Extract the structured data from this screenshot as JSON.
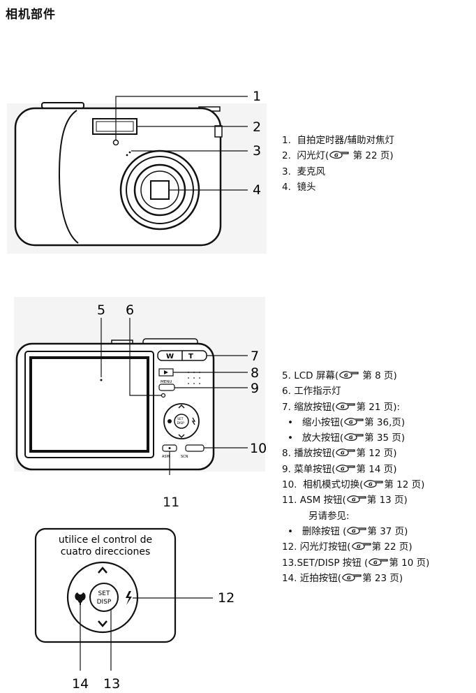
{
  "page_title": "相机部件",
  "front_view": {
    "callouts": [
      "1",
      "2",
      "3",
      "4"
    ],
    "items": [
      {
        "num": "1.",
        "text": "自拍定时器/辅助对焦灯"
      },
      {
        "num": "2.",
        "text": "闪光灯(",
        "page": "第 22 页)"
      },
      {
        "num": "3.",
        "text": "麦克风"
      },
      {
        "num": "4.",
        "text": "镜头"
      }
    ]
  },
  "back_view": {
    "callouts": [
      "5",
      "6",
      "7",
      "8",
      "9",
      "10",
      "11"
    ],
    "button_labels": {
      "w": "W",
      "t": "T",
      "menu": "MENU",
      "set": "SET",
      "disp": "DISP",
      "asm": "ASM",
      "scn": "SCN"
    },
    "items": [
      {
        "num": "5.",
        "text": "LCD 屏幕(",
        "page": "第 8 页)"
      },
      {
        "num": "6.",
        "text": "工作指示灯"
      },
      {
        "num": "7.",
        "text": "缩放按钮(",
        "page": "第 21 页):"
      },
      {
        "bullet": "•",
        "text": "缩小按钮(",
        "page": "第 36,页)"
      },
      {
        "bullet": "•",
        "text": "放大按钮(",
        "page": "第 35 页)"
      },
      {
        "num": "8.",
        "text": "播放按钮(",
        "page": "第 12 页)"
      },
      {
        "num": "9.",
        "text": "菜单按钮(",
        "page": "第 14 页)"
      },
      {
        "num": "10.",
        "text": "相机模式切换(",
        "page": "第 12 页)"
      },
      {
        "num": "11.",
        "text": "ASM  按钮(",
        "page": "第 13 页)"
      },
      {
        "indent": true,
        "text": "另请参见:"
      },
      {
        "bullet": "•",
        "text": "删除按钮 (",
        "page": "第 37 页)"
      },
      {
        "num": "12.",
        "text": "闪光灯按钮(",
        "page": "第 22 页)"
      },
      {
        "num": "13.",
        "text": "SET/DISP  按钮  (",
        "page": "第 10 页)"
      },
      {
        "num": "14.",
        "text": "近拍按钮(",
        "page": "第 23 页)"
      }
    ]
  },
  "dpad_view": {
    "caption_line1": "utilice el control de",
    "caption_line2": "cuatro direcciones",
    "callouts": [
      "12",
      "13",
      "14"
    ],
    "set_label": "SET",
    "disp_label": "DISP"
  }
}
